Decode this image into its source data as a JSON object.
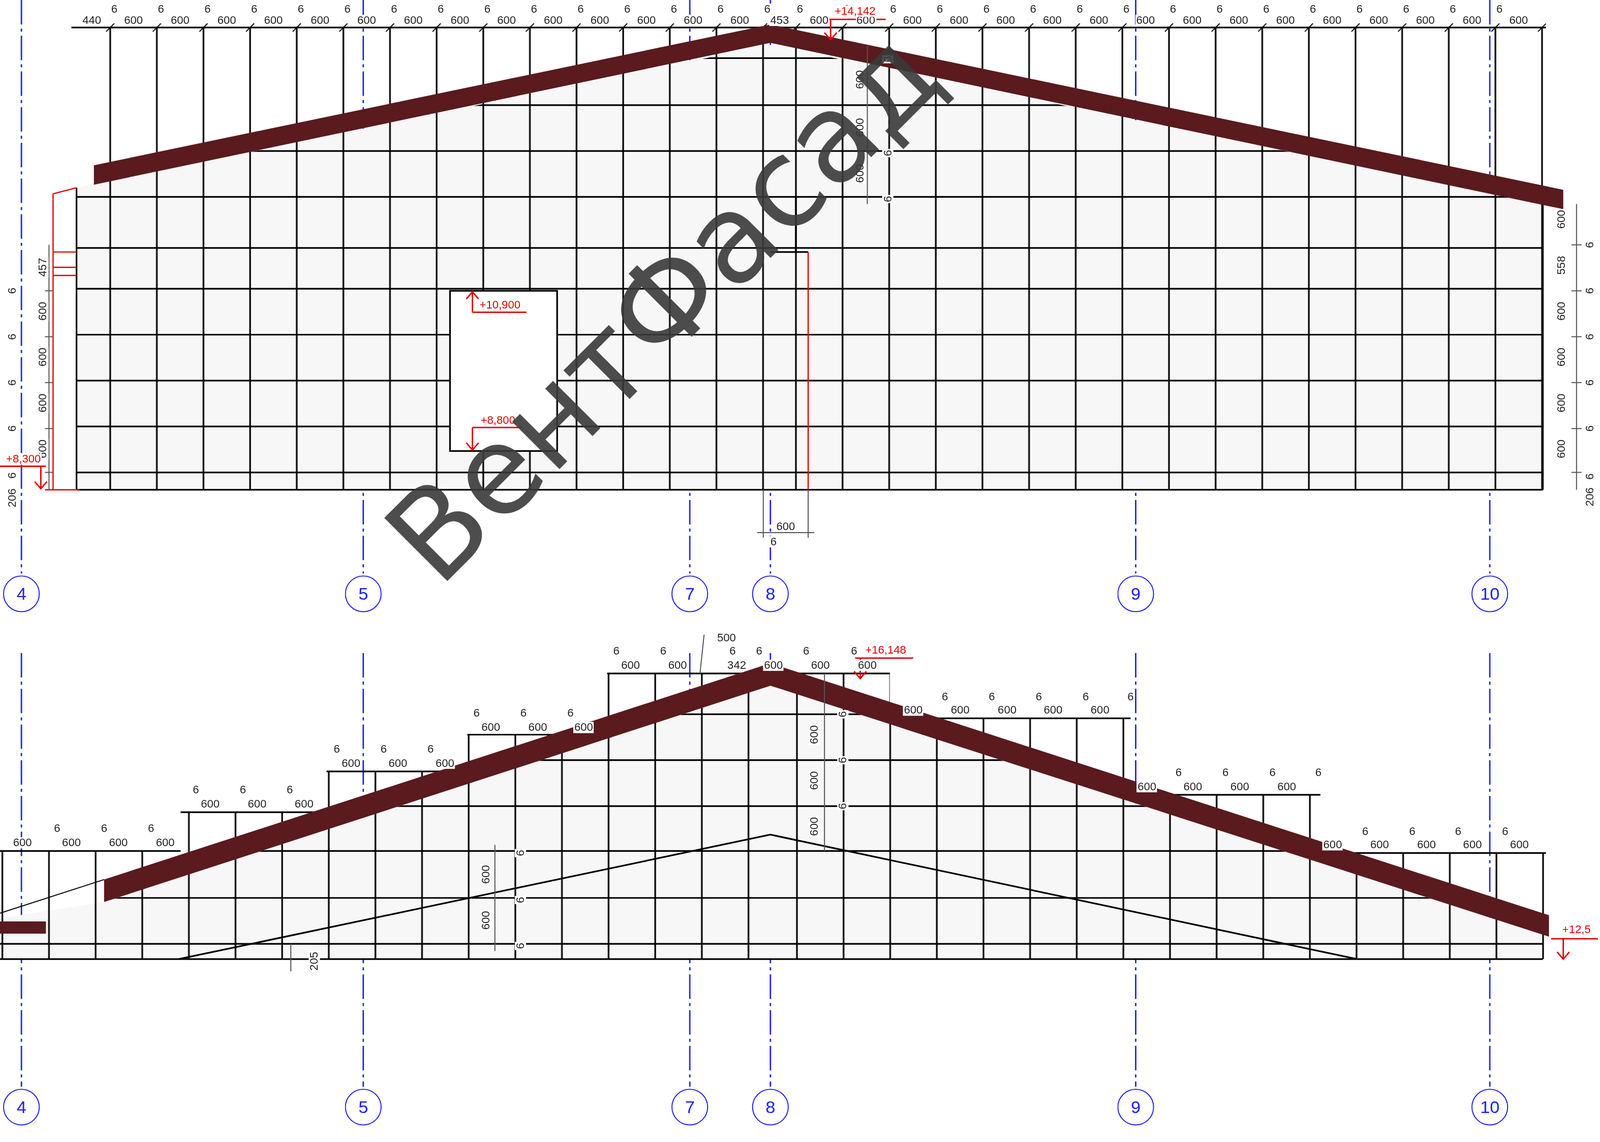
{
  "diagram": {
    "nodes": [
      {
        "text": [
          "4"
        ]
      },
      {
        "text": [
          "5"
        ]
      },
      {
        "text": [
          "7"
        ]
      },
      {
        "text": [
          "8"
        ]
      },
      {
        "text": [
          "9"
        ]
      },
      {
        "text": [
          "10"
        ]
      },
      {
        "text": [
          "4"
        ]
      },
      {
        "text": [
          "5"
        ]
      },
      {
        "text": [
          "7"
        ]
      },
      {
        "text": [
          "8"
        ]
      },
      {
        "text": [
          "9"
        ]
      },
      {
        "text": [
          "10"
        ]
      }
    ],
    "labels": [
      "440",
      "6",
      "600",
      "6",
      "600",
      "6",
      "600",
      "6",
      "600",
      "6",
      "600",
      "6",
      "600",
      "6",
      "600",
      "6",
      "600",
      "6",
      "600",
      "6",
      "600",
      "6",
      "600",
      "6",
      "600",
      "6",
      "600",
      "6",
      "600",
      "6",
      "453",
      "6",
      "600",
      "6",
      "600",
      "6",
      "600",
      "6",
      "600",
      "6",
      "600",
      "6",
      "600",
      "6",
      "600",
      "6",
      "600",
      "6",
      "600",
      "6",
      "600",
      "6",
      "600",
      "6",
      "600",
      "6",
      "600",
      "6",
      "600",
      "6",
      "600",
      "6",
      "600",
      "+14,142",
      "6",
      "600",
      "600",
      "6",
      "600",
      "6",
      "457",
      "6",
      "600",
      "6",
      "600",
      "6",
      "600",
      "6",
      "600",
      "+8,300",
      "6",
      "206",
      "600",
      "6",
      "558",
      "6",
      "600",
      "6",
      "600",
      "6",
      "600",
      "6",
      "600",
      "6",
      "206",
      "+10,900",
      "+8,800",
      "600",
      "6",
      "ВентФасад",
      "600",
      "6",
      "600",
      "6",
      "600",
      "6",
      "600",
      "6",
      "600",
      "6",
      "600",
      "6",
      "600",
      "6",
      "600",
      "6",
      "600",
      "6",
      "600",
      "6",
      "600",
      "6",
      "600",
      "6",
      "600",
      "6",
      "600",
      "6",
      "600",
      "500",
      "6",
      "342",
      "6",
      "600",
      "6",
      "600",
      "6",
      "600",
      "+16,148",
      "600",
      "6",
      "600",
      "6",
      "600",
      "6",
      "600",
      "6",
      "600",
      "6",
      "600",
      "6",
      "600",
      "6",
      "600",
      "6",
      "600",
      "6",
      "600",
      "6",
      "600",
      "6",
      "600",
      "6",
      "600",
      "6",
      "600",
      "+12,5",
      "600",
      "6",
      "6",
      "600",
      "6",
      "600",
      "6",
      "600",
      "6",
      "600",
      "6",
      "205"
    ]
  }
}
